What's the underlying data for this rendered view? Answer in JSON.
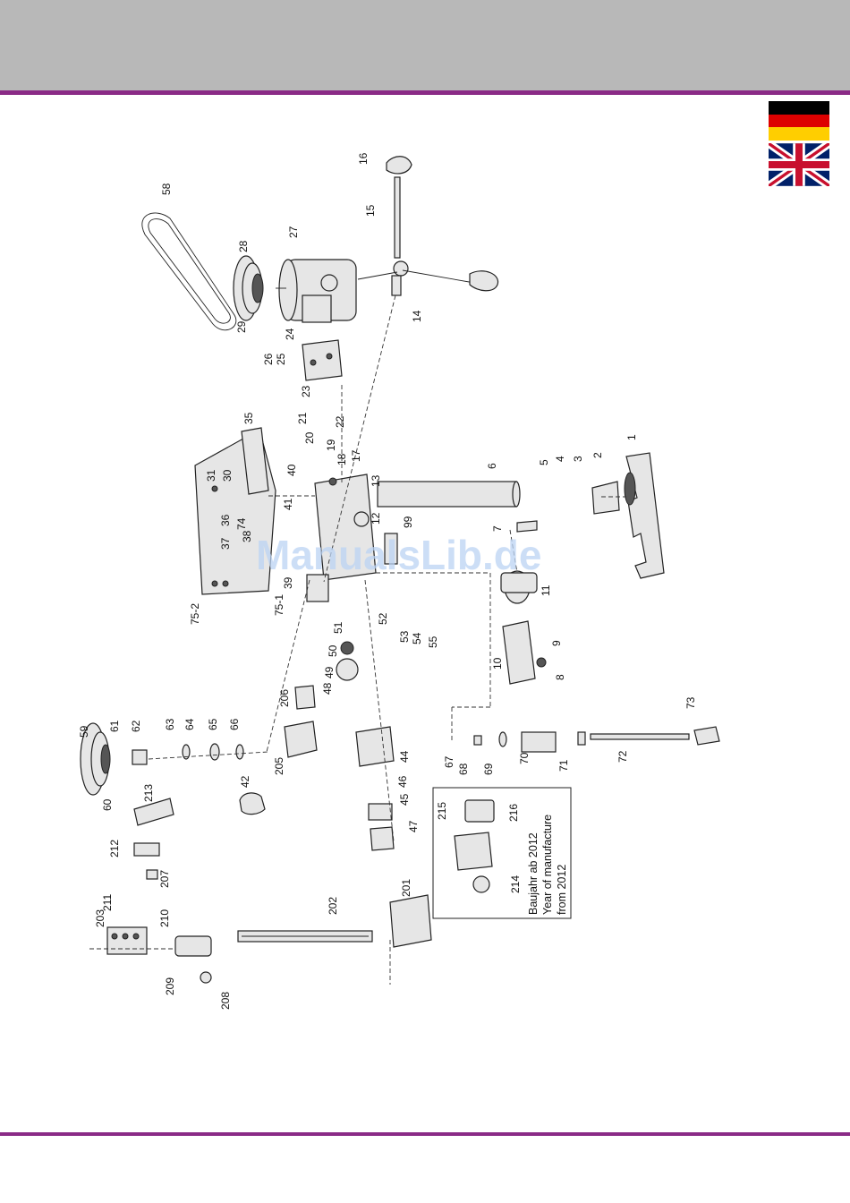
{
  "colors": {
    "header": "#b8b8b8",
    "accent_line": "#8a2a86",
    "watermark": "#bcd4f4"
  },
  "flags": [
    "flag-germany-icon",
    "flag-united-kingdom-icon"
  ],
  "watermark": "ManualsLib.de",
  "diagram": {
    "part_labels": [
      "1",
      "2",
      "3",
      "4",
      "5",
      "6",
      "7",
      "8",
      "9",
      "10",
      "11",
      "12",
      "13",
      "14",
      "15",
      "16",
      "17",
      "18",
      "19",
      "20",
      "21",
      "22",
      "23",
      "24",
      "25",
      "26",
      "27",
      "28",
      "29",
      "30",
      "31",
      "35",
      "36",
      "37",
      "38",
      "39",
      "40",
      "41",
      "42",
      "44",
      "45",
      "46",
      "47",
      "48",
      "49",
      "50",
      "51",
      "52",
      "53",
      "54",
      "55",
      "59",
      "60",
      "61",
      "62",
      "63",
      "64",
      "65",
      "66",
      "67",
      "68",
      "69",
      "70",
      "71",
      "72",
      "73",
      "74",
      "75-1",
      "75-2",
      "99",
      "201",
      "202",
      "203",
      "205",
      "206",
      "207",
      "208",
      "209",
      "210",
      "211",
      "212",
      "213",
      "214",
      "215",
      "216"
    ],
    "note_lines": [
      "Baujahr ab 2012",
      "Year of manufacture",
      "from 2012"
    ],
    "extra_labels": [
      "58"
    ]
  }
}
